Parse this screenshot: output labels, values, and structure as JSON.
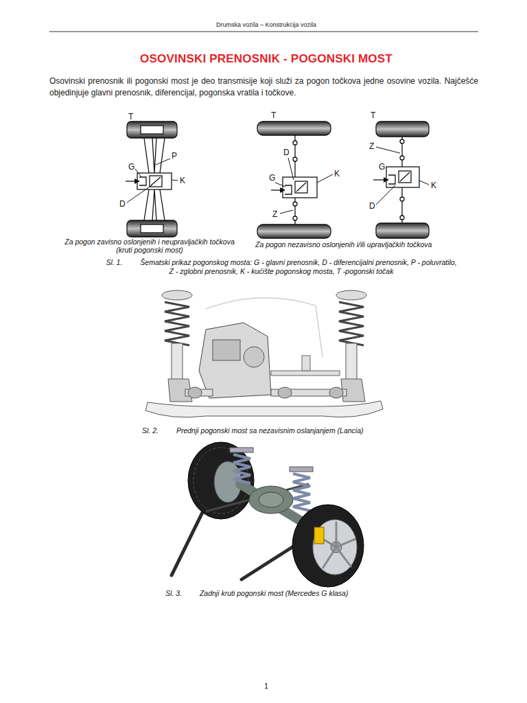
{
  "diagram": {
    "title": "OSOVINSKI PRENOSNIK - POGONSKI MOST",
    "labels": [
      "Drumska vozila – Konstrukcija vozila",
      "Osovinski prenosnik ili pogonski most je deo transmisije koji služi za pogon točkova jedne osovine vozila. Najčešće objedinjuje glavni prenosnik, diferencijal, pogonska vratila i točkove.",
      "T",
      "P",
      "G",
      "K",
      "D",
      "T",
      "D",
      "K",
      "G",
      "Z",
      "T",
      "Z",
      "G",
      "K",
      "D",
      "Za pogon zavisno oslonjenih i neupravljačkih točkova (kruti pogonski most)",
      "Za pogon nezavisno oslonjenih i/ili upravljačkih točkova",
      "Sl. 1.",
      "Šematski prikaz pogonskog mosta: G - glavni prenosnik, D - diferencijalni prenosnik, P - poluvratilo, Z - zglobni prenosnik, K - kućište pogonskog mosta, T -pogonski točak",
      "Sl. 2.",
      "Prednji pogonski most sa nezavisnim oslanjanjem (Lancia)",
      "Sl. 3.",
      "Zadnji kruti pogonski most (Mercedes G klasa)",
      "1"
    ]
  }
}
